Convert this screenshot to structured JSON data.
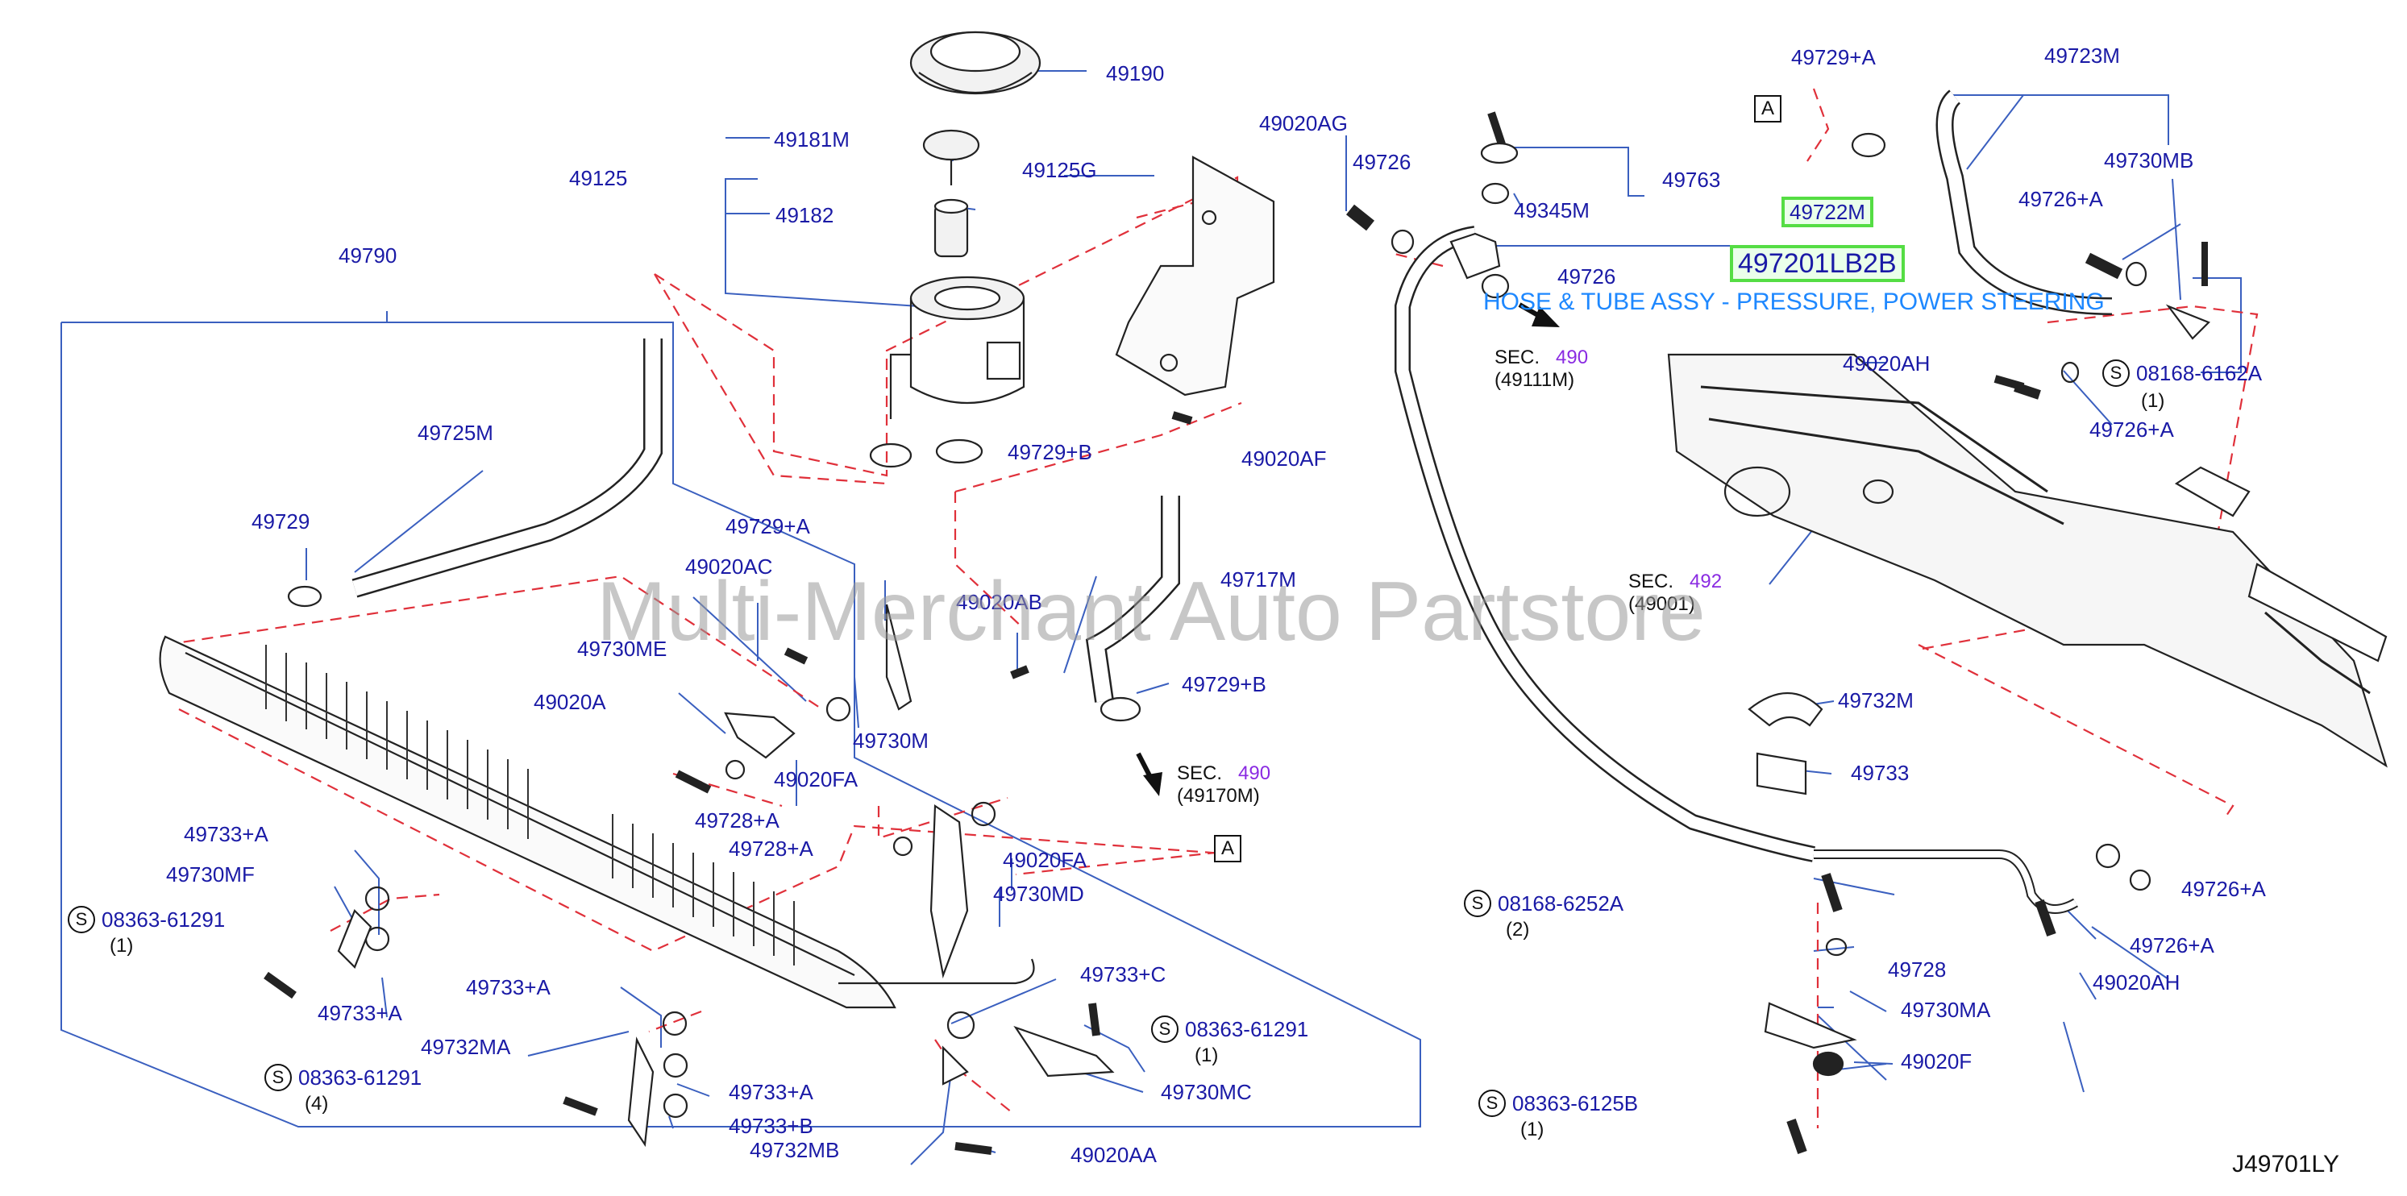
{
  "labels": {
    "p49190": "49190",
    "p49181M": "49181M",
    "p49125": "49125",
    "p49182": "49182",
    "p49125G": "49125G",
    "p49020AG": "49020AG",
    "p49726_top": "49726",
    "p49345M": "49345M",
    "p49763": "49763",
    "p49729A_top": "49729+A",
    "p49723M": "49723M",
    "p49730MB": "49730MB",
    "p49722M": "49722M",
    "p497201LB2B": "497201LB2B",
    "p49726_mid": "49726",
    "p49726A_1": "49726+A",
    "p49020AH_1": "49020AH",
    "p49726A_2": "49726+A",
    "p49790": "49790",
    "p49725M": "49725M",
    "p49729": "49729",
    "p49729A_mid": "49729+A",
    "p49729B_1": "49729+B",
    "p49020AF": "49020AF",
    "p49020AC": "49020AC",
    "p49730ME": "49730ME",
    "p49020AB": "49020AB",
    "p49717M": "49717M",
    "p49020A": "49020A",
    "p49730M": "49730M",
    "p49729B_2": "49729+B",
    "p49020FA_1": "49020FA",
    "p49728A_1": "49728+A",
    "p49728A_2": "49728+A",
    "p49020FA_2": "49020FA",
    "p49730MD": "49730MD",
    "p49733A_1": "49733+A",
    "p49730MF": "49730MF",
    "p49733A_2": "49733+A",
    "p49733A_3": "49733+A",
    "p49732MA": "49732MA",
    "p49733A_4": "49733+A",
    "p49733B": "49733+B",
    "p49733C": "49733+C",
    "p49730MC": "49730MC",
    "p49732MB": "49732MB",
    "p49020AA": "49020AA",
    "p49732M": "49732M",
    "p49733": "49733",
    "p49726A_3": "49726+A",
    "p49726A_4": "49726+A",
    "p49020AH_2": "49020AH",
    "p49728": "49728",
    "p49730MA": "49730MA",
    "p49020F": "49020F",
    "diagram_code": "J49701LY"
  },
  "sec_refs": [
    {
      "sec": "SEC.",
      "num": "490",
      "sub": "(49111M)"
    },
    {
      "sec": "SEC.",
      "num": "492",
      "sub": "(49001)"
    },
    {
      "sec": "SEC.",
      "num": "490",
      "sub": "(49170M)"
    }
  ],
  "s_parts": [
    {
      "code": "08168-6162A",
      "qty": "(1)"
    },
    {
      "code": "08363-61291",
      "qty": "(1)"
    },
    {
      "code": "08363-61291",
      "qty": "(4)"
    },
    {
      "code": "08363-61291",
      "qty": "(1)"
    },
    {
      "code": "08168-6252A",
      "qty": "(2)"
    },
    {
      "code": "08363-6125B",
      "qty": "(1)"
    }
  ],
  "s_mark": "S",
  "ref_A": "A",
  "highlight_title": "HOSE & TUBE ASSY - PRESSURE, POWER STEERING",
  "watermark": "Multi-Merchant Auto Partstore",
  "colors": {
    "label_blue": "#1a1aa6",
    "leader_blue": "#3a5fbf",
    "dash_red": "#e0303a",
    "highlight_green": "#55dd44",
    "title_blue": "#1e88ff",
    "sec_purple": "#8a2be2"
  }
}
